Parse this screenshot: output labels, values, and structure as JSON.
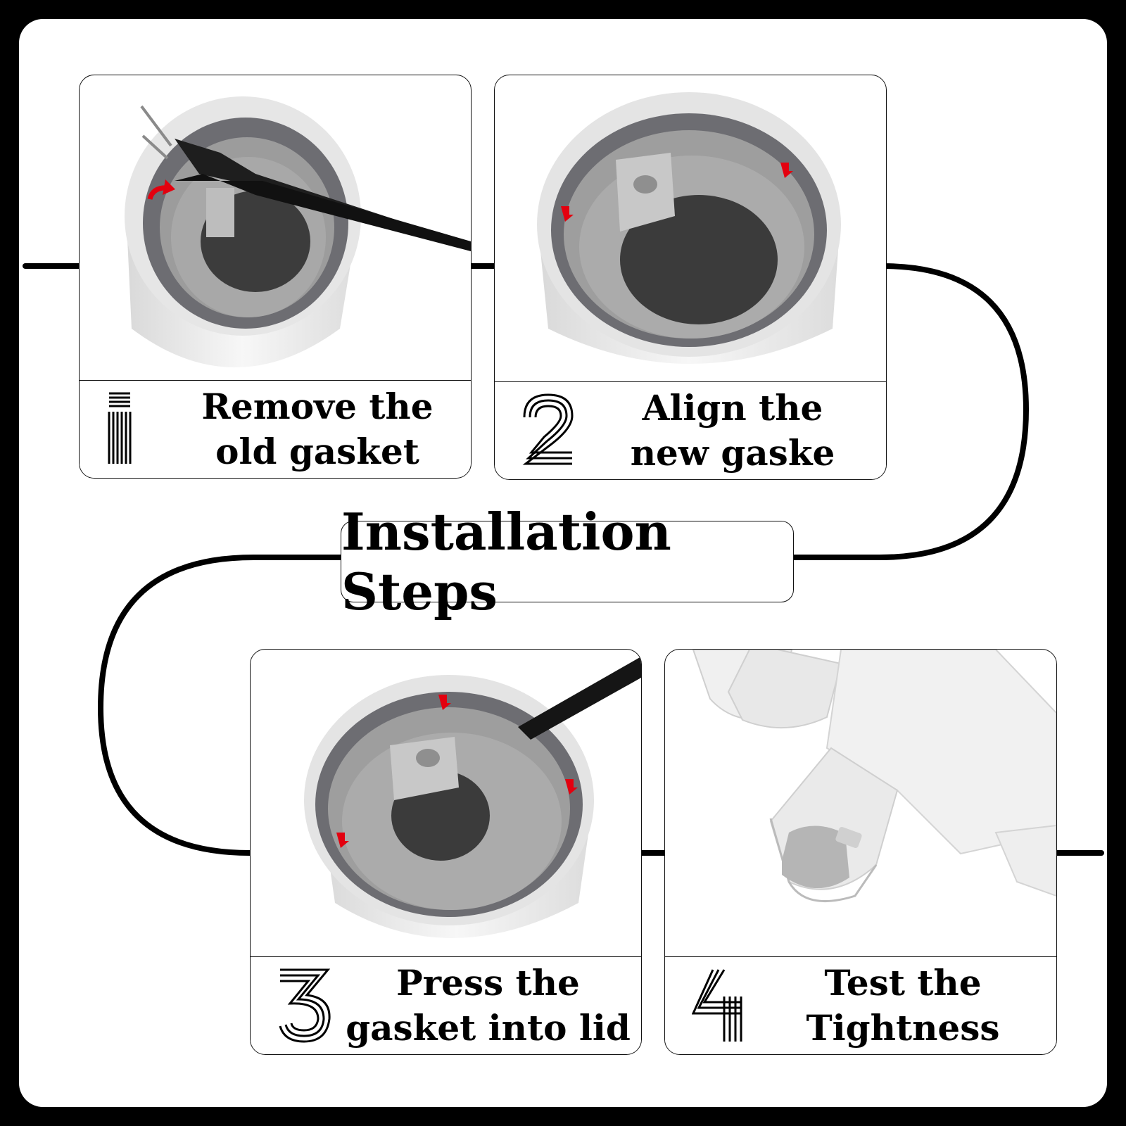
{
  "title": "Installation Steps",
  "steps": [
    {
      "number": "1",
      "line1": "Remove the",
      "line2": "old gasket"
    },
    {
      "number": "2",
      "line1": "Align the",
      "line2": "new gaske"
    },
    {
      "number": "3",
      "line1": "Press the",
      "line2": "gasket into lid"
    },
    {
      "number": "4",
      "line1": "Test the",
      "line2": "Tightness"
    }
  ],
  "colors": {
    "background": "#000000",
    "panel": "#ffffff",
    "arrow": "#e3000f",
    "gasket": "#6d6d72"
  }
}
